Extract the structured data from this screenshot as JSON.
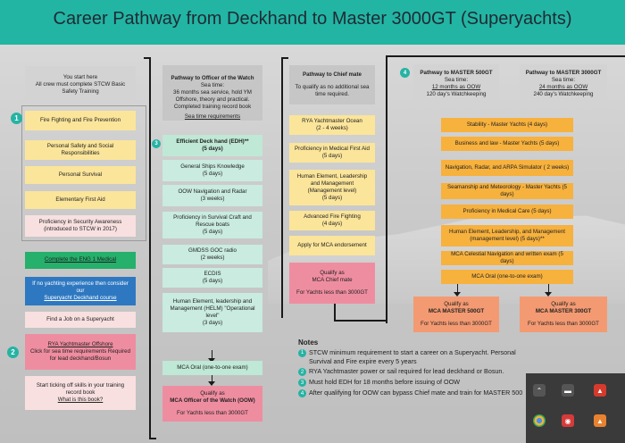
{
  "title": "Career Pathway from Deckhand to Master 3000GT (Superyachts)",
  "start": {
    "intro": "You start here",
    "intro2": "All crew must complete STCW Basic Safety Training",
    "items": [
      "Fire Fighting and Fire Prevention",
      "Personal Safety and Social Responsibilities",
      "Personal Survival",
      "Elementary First Aid",
      "Proficiency in Security Awareness (introduced to STCW in 2017)"
    ],
    "eng1": "Complete the ENG 1 Medical",
    "no_exp": "If no yachting experience then consider our",
    "no_exp_link": "Superyacht Deckhand course",
    "find_job": "Find a Job on a Superyacht",
    "rya_offshore": "RYA Yachtmaster Offshore",
    "rya_offshore_sub": "Click for sea time requirements Required for lead deckhand/Bosun",
    "ticking": "Start ticking off skills in your training record book",
    "what_book": "What is this book?"
  },
  "oow": {
    "title": "Pathway to Officer of the Watch",
    "sea_time_label": "Sea time:",
    "sea_time": "36 months sea service, hold YM Offshore, theory and practical. Completed training record book",
    "req_link": "Sea time requirements",
    "edh_title": "Efficient Deck hand (EDH)**",
    "edh_days": "(5 days)",
    "courses": [
      {
        "name": "General Ships Knowledge",
        "dur": "(5 days)"
      },
      {
        "name": "OOW Navigation and Radar",
        "dur": "(3 weeks)"
      },
      {
        "name": "Proficiency in Survival Craft and Rescue boats",
        "dur": "(5 days)"
      },
      {
        "name": "GMDSS GOC radio",
        "dur": "(2 weeks)"
      },
      {
        "name": "ECDIS",
        "dur": "(5 days)"
      },
      {
        "name": "Human Element, leadership and Management (HELM) \"Operational level\"",
        "dur": "(3 days)"
      }
    ],
    "oral": "MCA Oral (one-to-one exam)",
    "qualify": "Qualify as",
    "qualify_title": "MCA Officer of the Watch (OOW)",
    "qualify_sub": "For Yachts less than 3000GT"
  },
  "chief": {
    "title": "Pathway to Chief mate",
    "sub": "To qualify as no additional sea time required.",
    "courses": [
      {
        "name": "RYA Yachtmaster Ocean",
        "dur": "(2 - 4 weeks)"
      },
      {
        "name": "Proficiency in Medical First Aid",
        "dur": "(5 days)"
      },
      {
        "name": "Human Element, Leadership and Management (Management level)",
        "dur": "(5 days)"
      },
      {
        "name": "Advanced Fire Fighting",
        "dur": "(4 days)"
      },
      {
        "name": "Apply for MCA endorsement",
        "dur": ""
      }
    ],
    "qualify": "Qualify as",
    "qualify_title": "MCA Chief mate",
    "qualify_sub": "For Yachts less than 3000GT"
  },
  "master": {
    "title500": "Pathway to MASTER 500GT",
    "sea500_label": "Sea time:",
    "sea500_a": "12 months as OOW",
    "sea500_b": "120 day's Watchkeeping",
    "title3000": "Pathway to MASTER 3000GT",
    "sea3000_label": "Sea time:",
    "sea3000_a": "24 months as OOW",
    "sea3000_b": "240 day's Watchkeeping",
    "courses": [
      "Stability - Master Yachts (4 days)",
      "Business and law - Master Yachts (5 days)",
      "Navigation, Radar, and ARPA Simulator ( 2 weeks)",
      "Seamanship and Meteorology - Master Yachts (5 days)",
      "Proficiency in Medical Care (5 days)",
      "Human Element, Leadership, and Management (management level) (5 days)**",
      "MCA Celestial Navigation and written exam (5 days)",
      "MCA Oral (one-to-one exam)"
    ],
    "q500": "Qualify as",
    "q500_title": "MCA MASTER 500GT",
    "q500_sub": "For Yachts less than 3000GT",
    "q3000": "Qualify as",
    "q3000_title": "MCA MASTER 300GT",
    "q3000_sub": "For Yachts less than 3000GT"
  },
  "notes": {
    "heading": "Notes",
    "items": [
      "STCW minimum requirement to start a career on a Superyacht. Personal Survival and Fire expire every 5 years",
      "RYA Yachtmaster power or sail required for lead deckhand or Bosun.",
      "Must hold EDH for 18 months before issuing of OOW",
      "After qualifying for OOW can bypass Chief mate and train for MASTER 500"
    ]
  },
  "badges": [
    "1",
    "2",
    "3",
    "4"
  ],
  "icons": [
    "chevron-up-icon",
    "minimize-icon",
    "acrobat-icon",
    "chrome-icon",
    "camera-icon",
    "app-icon"
  ],
  "colors": {
    "header": "#22b5a4",
    "yellow": "#fbe59a",
    "mint": "#bfe8d6",
    "pink": "#ef8da0",
    "orange": "#f7b13d"
  }
}
